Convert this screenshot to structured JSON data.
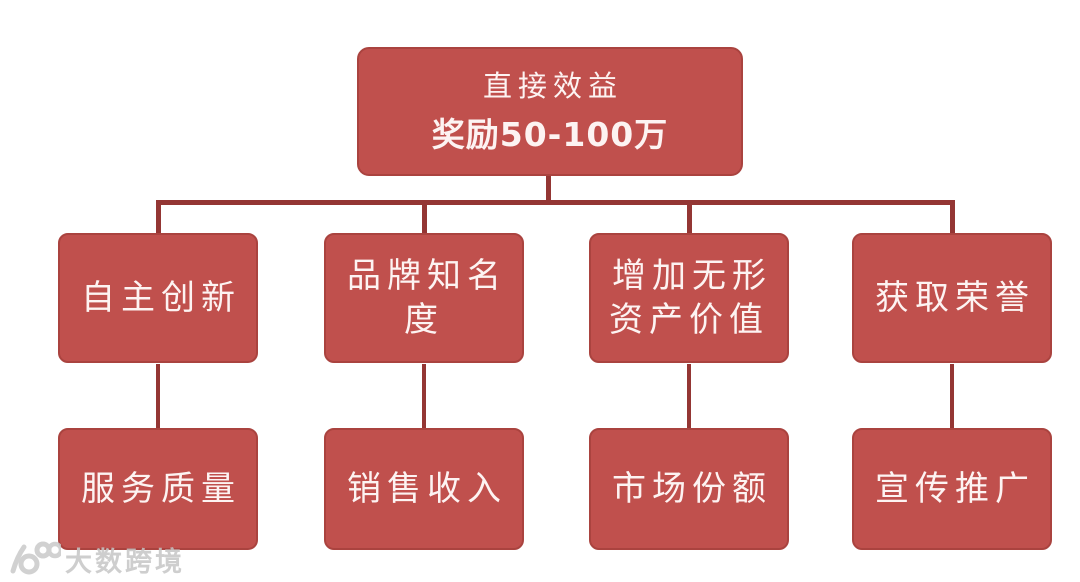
{
  "diagram": {
    "root": {
      "title": "直接效益",
      "subtitle": "奖励50-100万"
    },
    "branches": [
      {
        "label": "自主创新",
        "child": "服务质量"
      },
      {
        "label": "品牌知名度",
        "child": "销售收入"
      },
      {
        "label": "增加无形资产价值",
        "child": "市场份额"
      },
      {
        "label": "获取荣誉",
        "child": "宣传推广"
      }
    ]
  },
  "watermark": {
    "logo": "100-swirl-logo",
    "text": "大数跨境"
  },
  "colors": {
    "box_fill": "#c0504d",
    "box_border": "#aa433f",
    "connector": "#943634",
    "text": "#fdf3f2",
    "watermark": "#c6c6c6",
    "background": "#ffffff"
  }
}
